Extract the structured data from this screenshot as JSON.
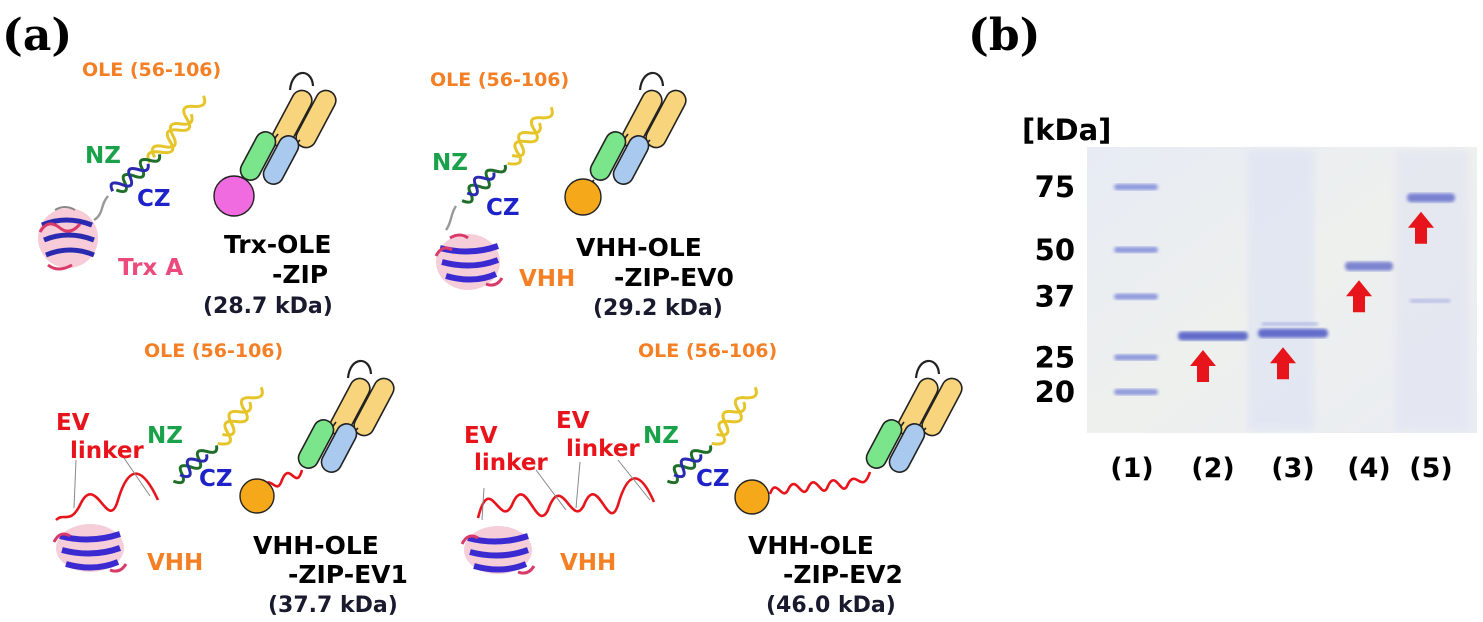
{
  "panels": {
    "a": {
      "label": "(a)"
    },
    "b": {
      "label": "(b)"
    }
  },
  "constructs": [
    {
      "name_line1": "Trx-OLE",
      "name_line2": "-ZIP",
      "mass": "(28.7 kDa)",
      "ole_label": "OLE (56-106)",
      "nz_label": "NZ",
      "cz_label": "CZ",
      "domain_label": "Trx A",
      "domain_color": "#f06ae0"
    },
    {
      "name_line1": "VHH-OLE",
      "name_line2": "-ZIP-EV0",
      "mass": "(29.2 kDa)",
      "ole_label": "OLE (56-106)",
      "nz_label": "NZ",
      "cz_label": "CZ",
      "domain_label": "VHH",
      "domain_color": "#f4a81a"
    },
    {
      "name_line1": "VHH-OLE",
      "name_line2": "-ZIP-EV1",
      "mass": "(37.7 kDa)",
      "ole_label": "OLE (56-106)",
      "nz_label": "NZ",
      "cz_label": "CZ",
      "domain_label": "VHH",
      "linker_line1": "EV",
      "linker_line2": "linker",
      "domain_color": "#f4a81a"
    },
    {
      "name_line1": "VHH-OLE",
      "name_line2": "-ZIP-EV2",
      "mass": "(46.0 kDa)",
      "ole_label": "OLE (56-106)",
      "nz_label": "NZ",
      "cz_label": "CZ",
      "domain_label": "VHH",
      "linker_a_line1": "EV",
      "linker_a_line2": "linker",
      "linker_b_line1": "EV",
      "linker_b_line2": "linker",
      "domain_color": "#f4a81a"
    }
  ],
  "gel": {
    "unit_label": "[kDa]",
    "markers": [
      {
        "label": "75",
        "kda": 75
      },
      {
        "label": "50",
        "kda": 50
      },
      {
        "label": "37",
        "kda": 37
      },
      {
        "label": "25",
        "kda": 25
      },
      {
        "label": "20",
        "kda": 20
      }
    ],
    "lanes": [
      "(1)",
      "(2)",
      "(3)",
      "(4)",
      "(5)"
    ],
    "target_bands_kda": [
      28.7,
      29.2,
      45,
      70
    ],
    "arrow_color": "#e8141c"
  }
}
